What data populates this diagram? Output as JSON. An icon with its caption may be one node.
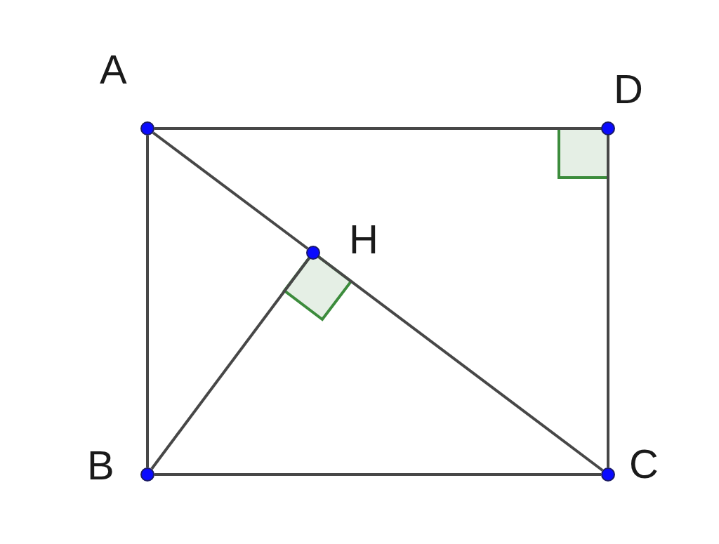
{
  "diagram": {
    "nodes": [
      {
        "text": [],
        "shape": "circle",
        "beside": [
          "A"
        ]
      },
      {
        "text": [],
        "shape": "circle",
        "beside": [
          "D"
        ]
      },
      {
        "text": [],
        "shape": "circle",
        "beside": [
          "H"
        ]
      },
      {
        "text": [],
        "shape": "circle",
        "beside": [
          "B"
        ]
      },
      {
        "text": [],
        "shape": "circle",
        "beside": [
          "C"
        ]
      }
    ],
    "edges": [
      {
        "from": 0,
        "to": 1,
        "arrow": "none"
      },
      {
        "from": 0,
        "to": 3,
        "arrow": "none"
      },
      {
        "from": 0,
        "to": 2,
        "arrow": "none"
      },
      {
        "from": 2,
        "to": 4,
        "arrow": "none"
      },
      {
        "from": 3,
        "to": 2,
        "arrow": "none"
      },
      {
        "from": 3,
        "to": 4,
        "arrow": "none"
      },
      {
        "from": 1,
        "to": 4,
        "arrow": "none"
      }
    ]
  }
}
